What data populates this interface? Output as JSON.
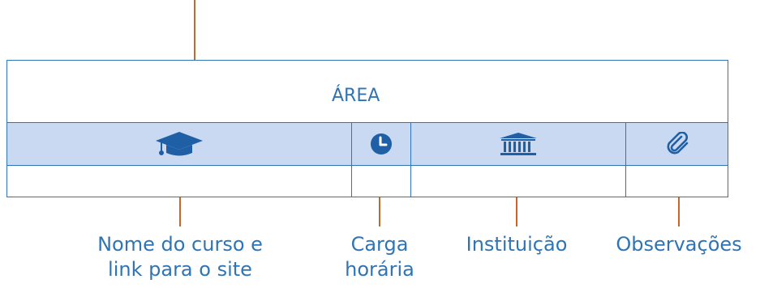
{
  "diagram": {
    "area_label": "ÁREA",
    "colors": {
      "accent": "#2f74b5",
      "header_fill": "#c9d9f1",
      "connector": "#c0692b",
      "icon": "#1f5fa5"
    },
    "columns": [
      {
        "icon": "graduation-cap-icon",
        "caption_lines": [
          "Nome do curso e",
          "link para o site"
        ]
      },
      {
        "icon": "clock-icon",
        "caption_lines": [
          "Carga",
          "horária"
        ]
      },
      {
        "icon": "institution-building-icon",
        "caption_lines": [
          "Instituição"
        ]
      },
      {
        "icon": "paperclip-icon",
        "caption_lines": [
          "Observações"
        ]
      }
    ]
  }
}
